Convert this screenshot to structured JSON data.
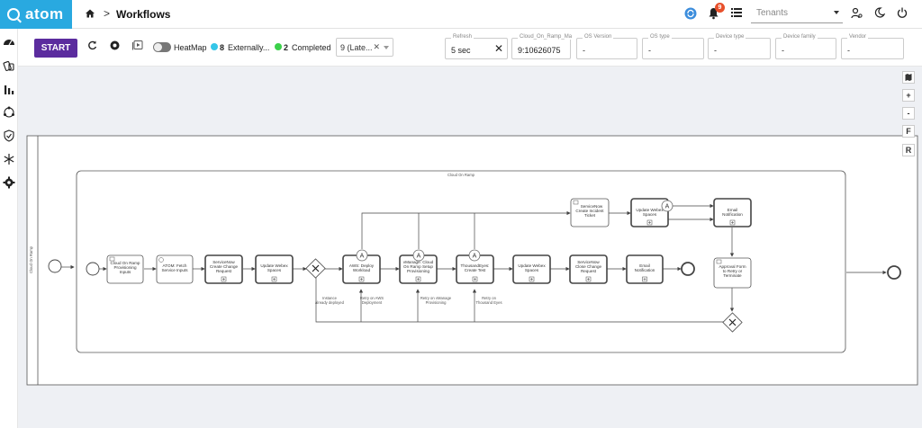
{
  "app": {
    "logo_text": "atom"
  },
  "header": {
    "title": "Workflows",
    "breadcrumb_sep": ">",
    "notifications_count": "9",
    "tenant_placeholder": "Tenants"
  },
  "toolbar": {
    "start_label": "START",
    "heatmap_label": "HeatMap",
    "externally_count": "8",
    "externally_label": "Externally...",
    "completed_count": "2",
    "completed_label": "Completed",
    "version_value": "9 (Late...",
    "fields": [
      {
        "label": "Refresh",
        "value": "5 sec",
        "clearable": true
      },
      {
        "label": "Cloud_On_Ramp_Ma",
        "value": "9:10626075"
      },
      {
        "label": "OS Version",
        "value": "-"
      },
      {
        "label": "OS type",
        "value": "-"
      },
      {
        "label": "Device type",
        "value": "-"
      },
      {
        "label": "Device family",
        "value": "-"
      },
      {
        "label": "Vendor",
        "value": "-"
      }
    ]
  },
  "canvas_controls": {
    "fit_label": "F",
    "reset_label": "R",
    "zoom_in": "+",
    "zoom_out": "-"
  },
  "diagram": {
    "pool_label": "Cloud On Ramp",
    "subprocess_label": "Cloud On Ramp",
    "tasks": [
      {
        "id": "t1",
        "lines": [
          "Cloud On Ramp",
          "Provisioning",
          "Inputs"
        ]
      },
      {
        "id": "t2",
        "lines": [
          "ATOM: Fetch",
          "Service Inputs"
        ]
      },
      {
        "id": "t3",
        "lines": [
          "ServiceNow",
          "Create Change",
          "Request"
        ]
      },
      {
        "id": "t4",
        "lines": [
          "Update Webex",
          "Spaces"
        ]
      },
      {
        "id": "t5",
        "lines": [
          "AWS: Deploy",
          "Workload"
        ]
      },
      {
        "id": "t6",
        "lines": [
          "vManage: Cloud",
          "On Ramp Setup",
          "Provisioning"
        ]
      },
      {
        "id": "t7",
        "lines": [
          "ThousandEyes:",
          "Create Test"
        ]
      },
      {
        "id": "t8",
        "lines": [
          "Update Webex",
          "Spaces"
        ]
      },
      {
        "id": "t9",
        "lines": [
          "ServiceNow",
          "Close Change",
          "Request"
        ]
      },
      {
        "id": "t10",
        "lines": [
          "Email",
          "Notification"
        ]
      },
      {
        "id": "t11",
        "lines": [
          "ServiceNow",
          "Create Incident",
          "Ticket"
        ]
      },
      {
        "id": "t12",
        "lines": [
          "Update Webex",
          "Spaces"
        ]
      },
      {
        "id": "t13",
        "lines": [
          "Email",
          "Notification"
        ]
      },
      {
        "id": "t14",
        "lines": [
          "Approval Form",
          "to Retry or",
          "Terminate"
        ]
      }
    ],
    "flow_labels": {
      "instance_deployed": [
        "Instance",
        "already deployed"
      ],
      "retry_aws": [
        "Retry on AWS",
        "Deployment"
      ],
      "retry_vmanage": [
        "Retry on vManage",
        "Provisioning"
      ],
      "retry_te": [
        "Retry on",
        "Thousand Eyes"
      ]
    }
  }
}
